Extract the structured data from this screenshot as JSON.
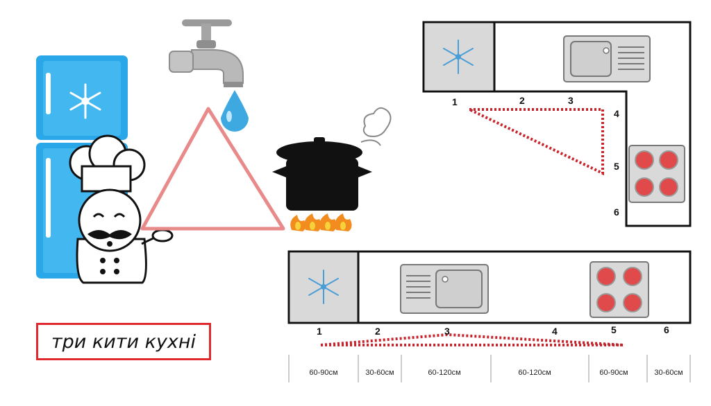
{
  "caption": {
    "text": "три кити кухні"
  },
  "colors": {
    "fridge": "#2aa7e8",
    "triangle": "#e88a8a",
    "route": "#c8222a",
    "burner": "#e04a4a",
    "caption_border": "#e0292f",
    "counter_gray": "#d9d9d9"
  },
  "icons": {
    "fridge": "fridge-icon",
    "faucet": "faucet-icon",
    "drop": "water-drop-icon",
    "pot": "pot-icon",
    "chef": "chef-icon",
    "snowflake": "snowflake-icon",
    "sink": "sink-icon",
    "cooktop": "cooktop-icon"
  },
  "l_layout": {
    "points": [
      "1",
      "2",
      "3",
      "4",
      "5",
      "6"
    ]
  },
  "linear_layout": {
    "points": [
      "1",
      "2",
      "3",
      "4",
      "5",
      "6"
    ],
    "dimensions": [
      "60-90см",
      "30-60см",
      "60-120см",
      "60-120см",
      "60-90см",
      "30-60см"
    ]
  }
}
